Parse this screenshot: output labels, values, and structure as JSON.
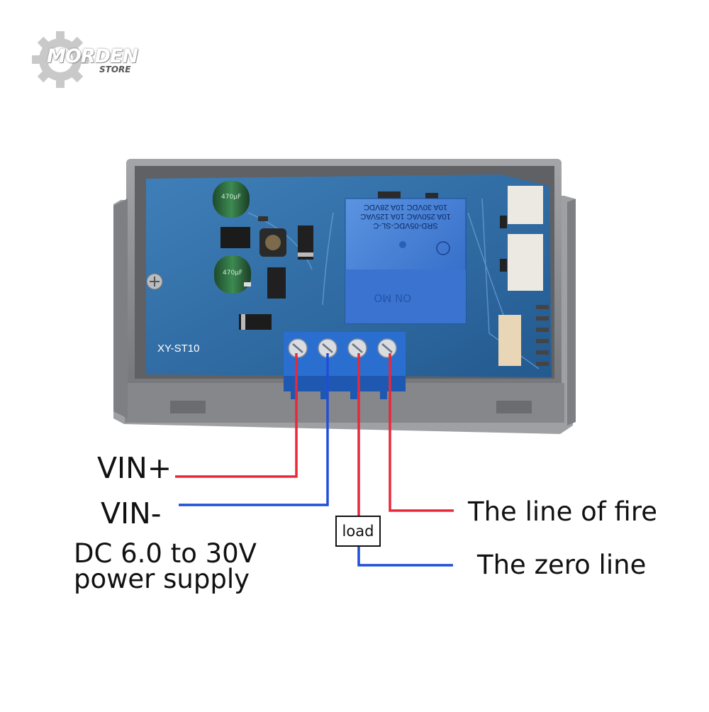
{
  "logo": {
    "brand": "MORDEN",
    "sub": "STORE"
  },
  "board": {
    "model": "XY-ST10",
    "relay_marking": [
      "SRD-05VDC-SL-C",
      "10A 250VAC  10A 125VAC",
      "10A 30VDC  10A 28VDC"
    ]
  },
  "labels": {
    "vin_plus": "VIN+",
    "vin_minus": "VIN-",
    "supply_line1": "DC 6.0 to 30V",
    "supply_line2": "power supply",
    "fire_line": "The line of fire",
    "zero_line": "The zero line",
    "load": "load"
  },
  "colors": {
    "positive_wire": "#e8283a",
    "negative_wire": "#1f4fd8",
    "pcb": "#2f6ea8",
    "terminal": "#2a6fd0",
    "case": "#8c8e92"
  }
}
